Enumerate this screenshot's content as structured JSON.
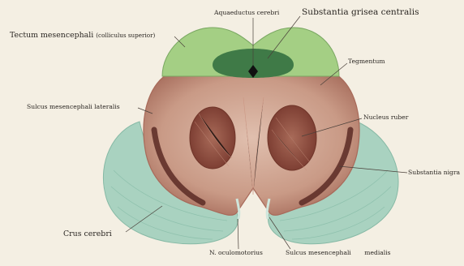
{
  "labels": {
    "aqueductus": "Aquaeductus cerebri",
    "substantia_grisea": "Substantia grisea centralis",
    "tectum": "Tectum mesencephali",
    "tectum_sub": "(colliculus superior)",
    "tegmentum": "Tegmentum",
    "sulcus_lateralis": "Sulcus mesencephali lateralis",
    "nucleus_ruber": "Nucleus ruber",
    "substantia_nigra": "Substantia nigra",
    "crus_cerebri": "Crus cerebri",
    "n_oculomotorius": "N. oculomotorius",
    "sulcus_medialis_a": "Sulcus mesencephali",
    "sulcus_medialis_b": "medialis"
  },
  "colors": {
    "background": "#f4efe3",
    "tectum": "#a4cf84",
    "grisea": "#3f7a47",
    "tegmentum": "#caa08e",
    "tegmentum_edge": "#a86a5a",
    "nucleus": "#8c4a3c",
    "nigra": "#5a2a24",
    "crus": "#a9d2c0",
    "crus_line": "#7fb6a2",
    "leader": "#4a403a"
  }
}
